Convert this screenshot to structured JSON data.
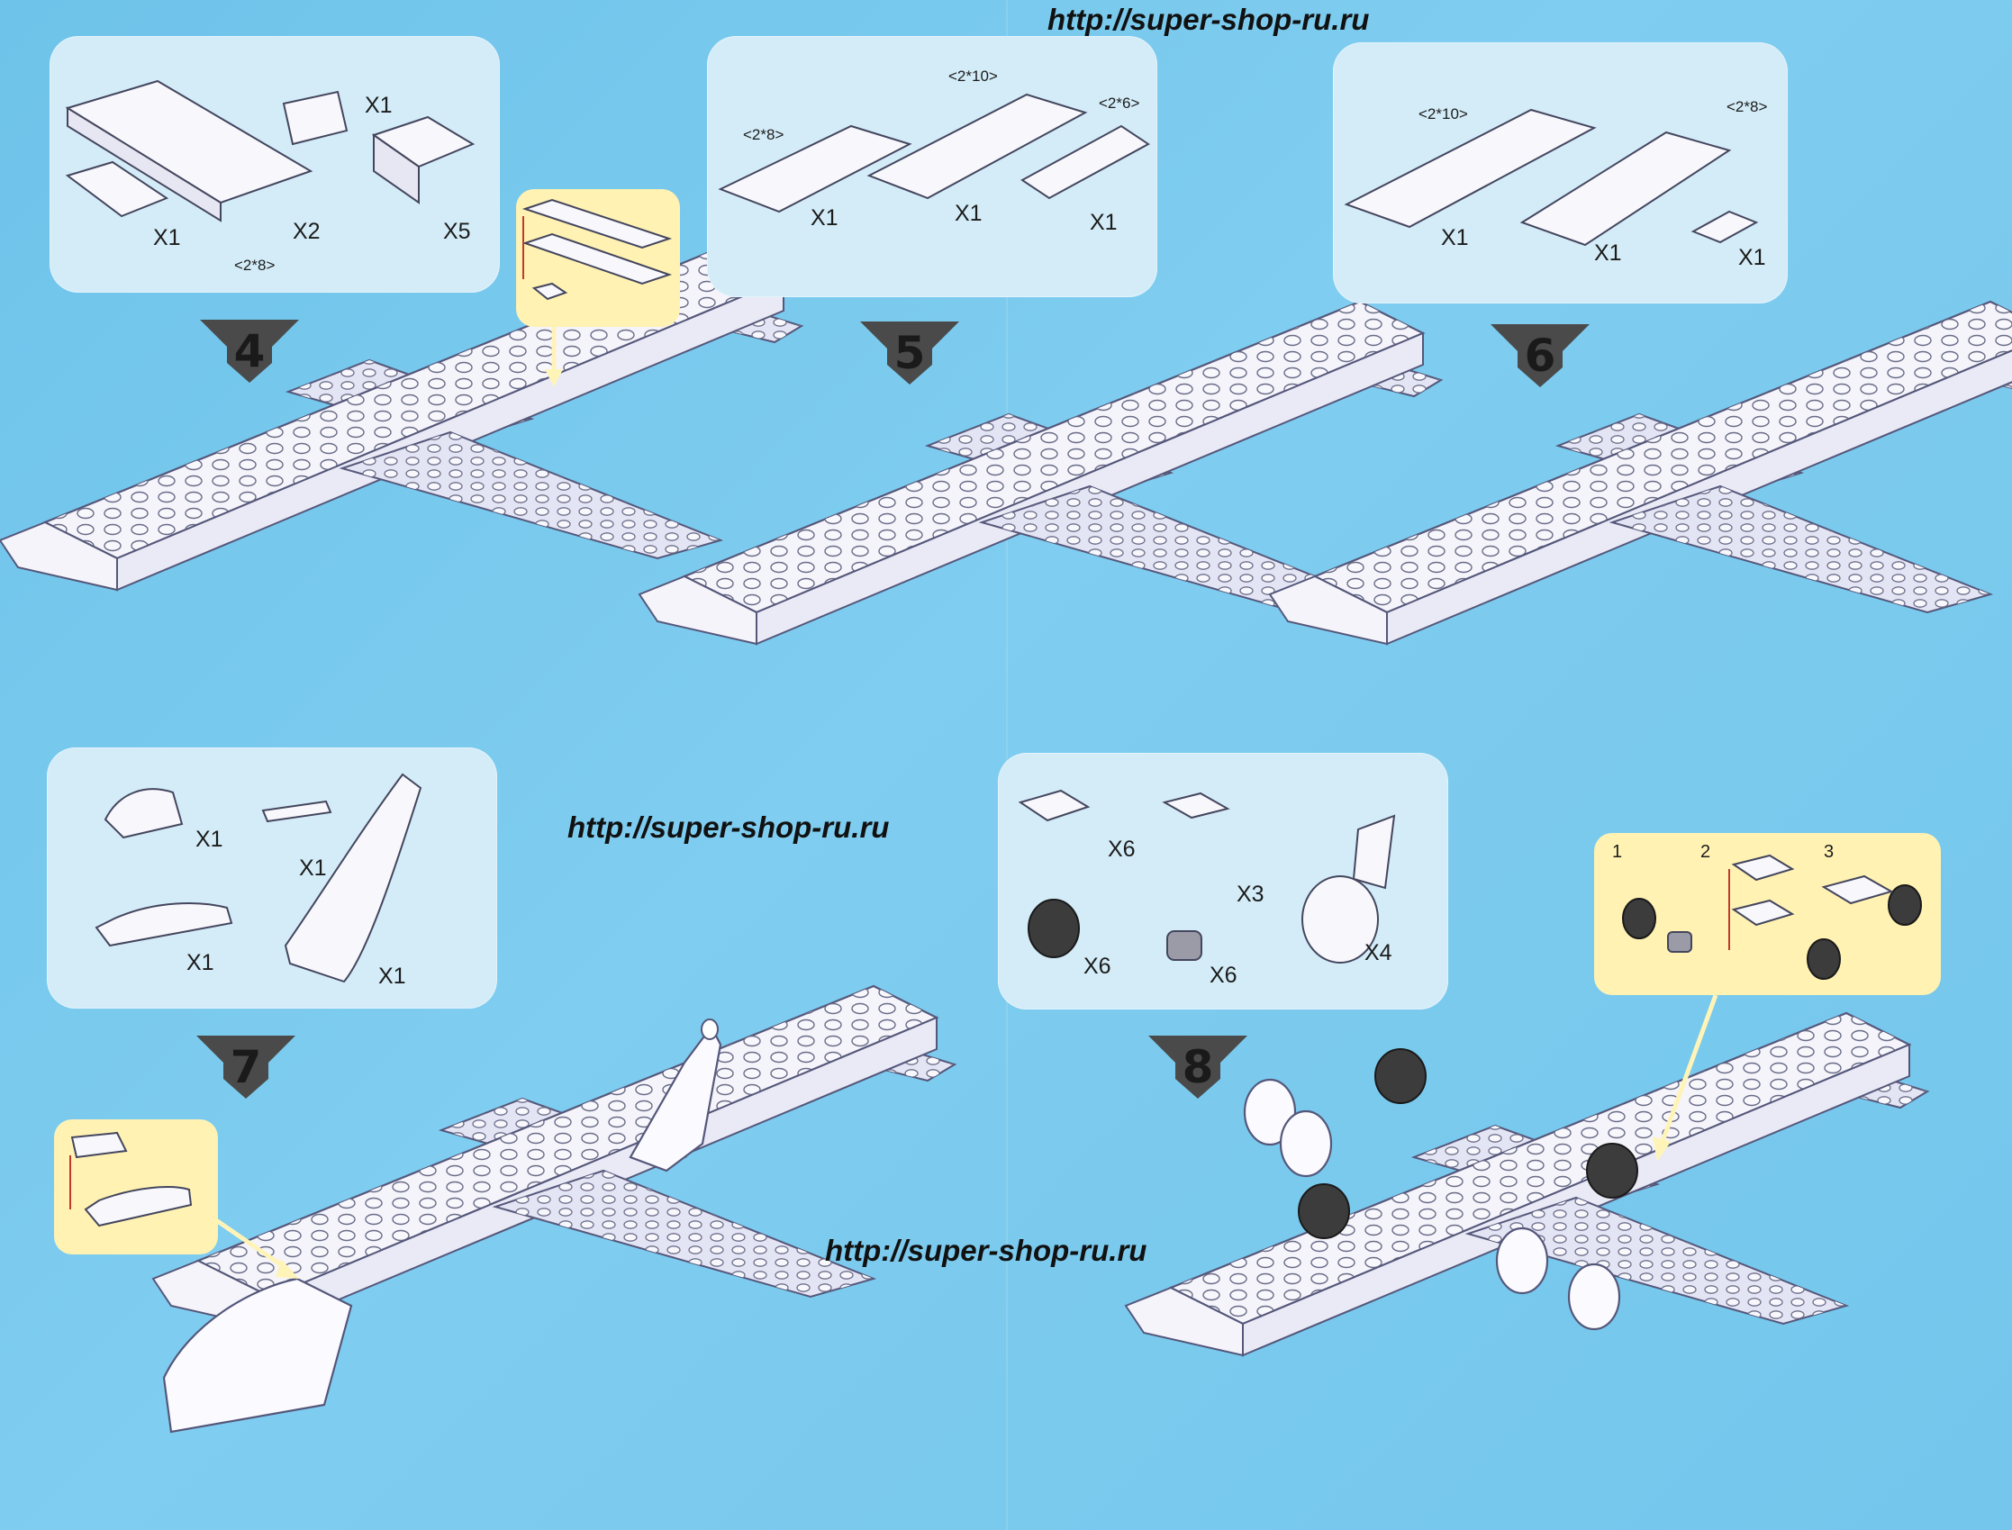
{
  "watermark": "http://super-shop-ru.ru",
  "steps": {
    "s4": {
      "number": "4",
      "parts": [
        "X1",
        "X2",
        "X5",
        "X1"
      ],
      "dims": [
        "<2*8>"
      ]
    },
    "s5": {
      "number": "5",
      "parts": [
        "X1",
        "X1",
        "X1"
      ],
      "dims": [
        "<2*8>",
        "<2*10>",
        "<2*6>"
      ]
    },
    "s6": {
      "number": "6",
      "parts": [
        "X1",
        "X1",
        "X1"
      ],
      "dims": [
        "<2*10>",
        "<2*8>"
      ]
    },
    "s7": {
      "number": "7",
      "parts": [
        "X1",
        "X1",
        "X1",
        "X1"
      ]
    },
    "s8": {
      "number": "8",
      "parts": [
        "X6",
        "X3",
        "X6",
        "X6",
        "X4"
      ],
      "substeps": [
        "1",
        "2",
        "3"
      ]
    }
  },
  "colors": {
    "background": "#74c6ec",
    "panel": "#d3ecf8",
    "inset": "#fff2b3",
    "brick": "#f4f4fa",
    "shade": "#d6d8ee"
  }
}
